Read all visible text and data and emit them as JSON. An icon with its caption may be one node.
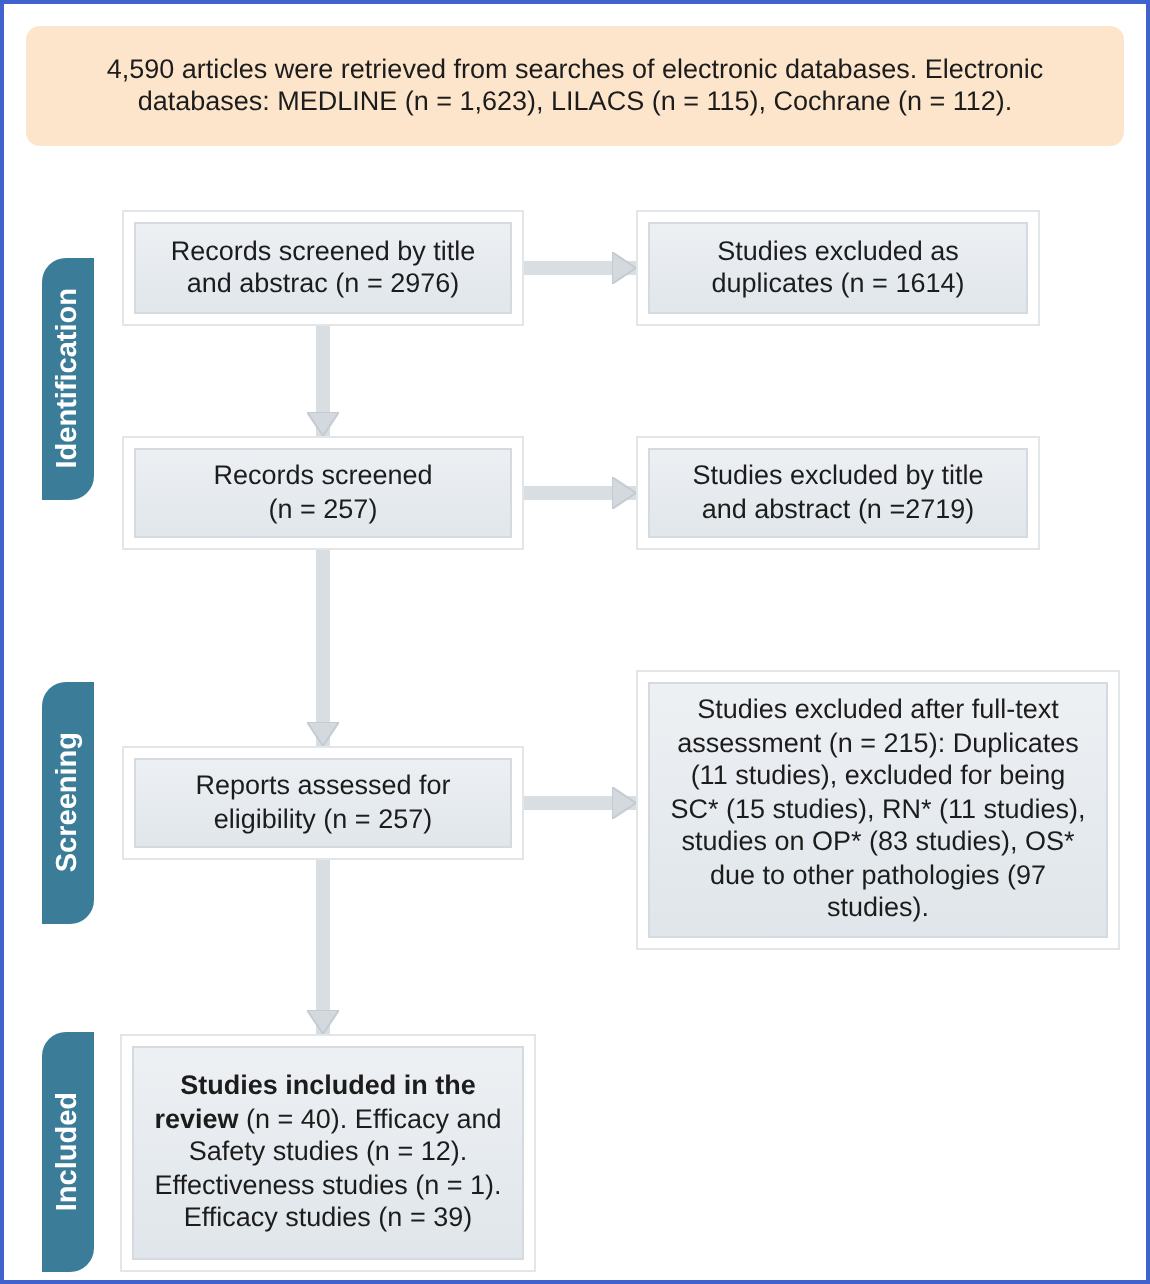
{
  "diagram": {
    "nodes": [
      {
        "text": [
          "4,590 articles were retrieved from searches of electronic databases. Electronic databases: MEDLINE (n = 1,623), LILACS (n = 115), Cochrane (n = 112)."
        ]
      },
      {
        "text": [
          "Identification"
        ]
      },
      {
        "text": [
          "Records screened by title and abstrac (n = 2976)"
        ]
      },
      {
        "text": [
          "Studies excluded as duplicates (n = 1614)"
        ]
      },
      {
        "text": [
          "Records screened (n = 257)"
        ]
      },
      {
        "text": [
          "Studies excluded by title and abstract (n =2719)"
        ]
      },
      {
        "text": [
          "Screening"
        ]
      },
      {
        "text": [
          "Reports assessed for eligibility (n = 257)"
        ]
      },
      {
        "text": [
          "Studies excluded after full-text assessment (n = 215): Duplicates (11 studies), excluded for being SC* (15 studies), RN* (11 studies), studies on OP* (83 studies), OS* due to other pathologies (97 studies)."
        ]
      },
      {
        "text": [
          "Included"
        ]
      },
      {
        "text": [
          "**Studies included in the review** (n = 40). Efficacy and Safety studies (n = 12). Effectiveness studies (n = 1). Efficacy studies (n = 39)"
        ]
      }
    ],
    "edges": [
      {
        "from": 2,
        "to": 3,
        "arrow": "to"
      },
      {
        "from": 2,
        "to": 4,
        "arrow": "to"
      },
      {
        "from": 4,
        "to": 5,
        "arrow": "to"
      },
      {
        "from": 4,
        "to": 7,
        "arrow": "to"
      },
      {
        "from": 7,
        "to": 8,
        "arrow": "to"
      },
      {
        "from": 7,
        "to": 10,
        "arrow": "to"
      }
    ]
  }
}
